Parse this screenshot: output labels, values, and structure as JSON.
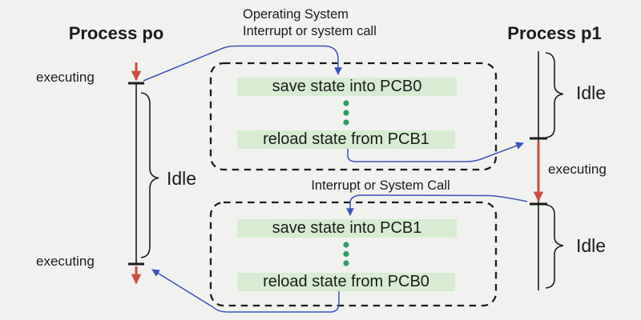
{
  "diagram": {
    "titles": {
      "left": "Process po",
      "right": "Process p1"
    },
    "os_label": {
      "line1": "Operating System",
      "line2": "Interrupt or system call"
    },
    "mid_label": "Interrupt or System Call",
    "timeline_left": {
      "executing_top": "executing",
      "idle": "Idle",
      "executing_bottom": "executing"
    },
    "timeline_right": {
      "idle_top": "Idle",
      "executing": "executing",
      "idle_bottom": "Idle"
    },
    "box_top": {
      "save_bar": "save state into PCB0",
      "reload_bar": "reload state from PCB1"
    },
    "box_bottom": {
      "save_bar": "save state into PCB1",
      "reload_bar": "reload state from PCB0"
    },
    "colors": {
      "background": "#f1f2ef",
      "ink": "#1b1b1b",
      "bar_bg": "#d7ecd2",
      "dot_green": "#2f9e62",
      "arrow_red": "#c94f43",
      "connector_blue": "#3d52ba"
    }
  }
}
